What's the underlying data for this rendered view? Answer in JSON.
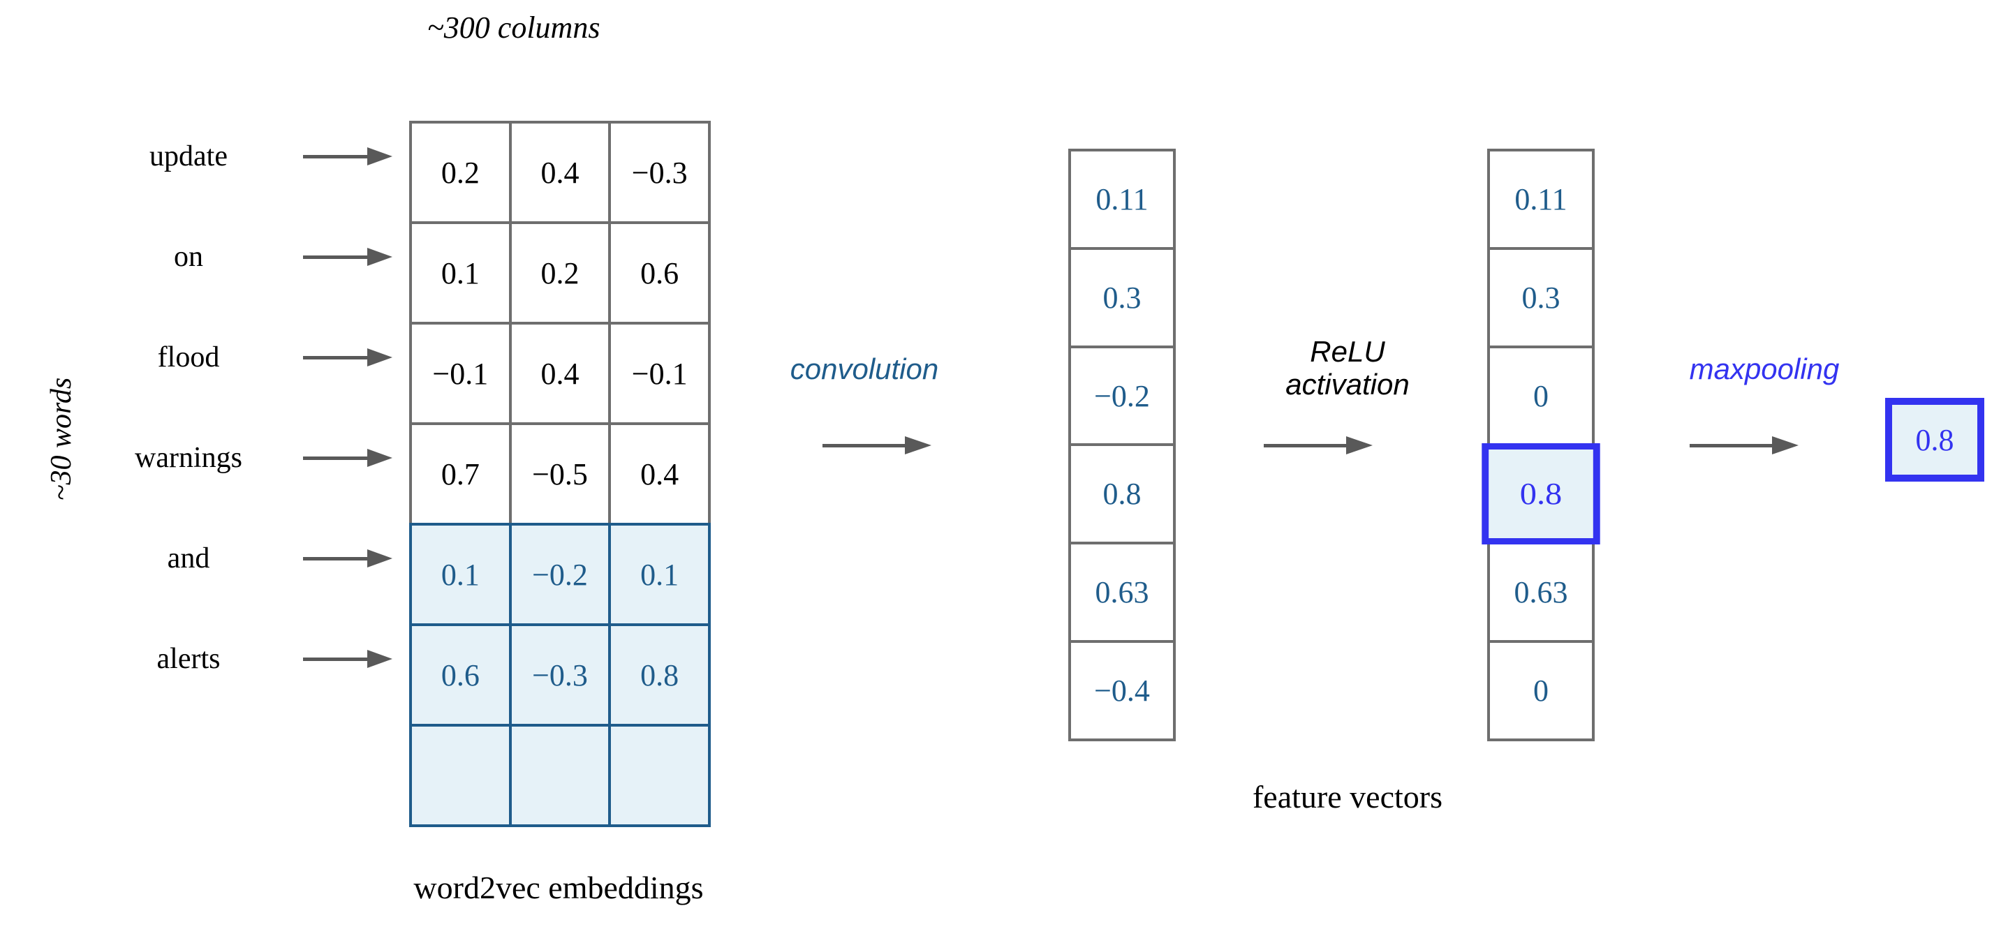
{
  "headings": {
    "columns": "~300 columns",
    "words": "~30 words"
  },
  "captions": {
    "embeddings": "word2vec embeddings",
    "feature_vectors": "feature vectors"
  },
  "flow": {
    "convolution": "convolution",
    "relu_line1": "ReLU",
    "relu_line2": "activation",
    "maxpooling": "maxpooling"
  },
  "words": [
    {
      "label": "update"
    },
    {
      "label": "on"
    },
    {
      "label": "flood"
    },
    {
      "label": "warnings"
    },
    {
      "label": "and"
    },
    {
      "label": "alerts"
    }
  ],
  "embedding_matrix": {
    "rows": [
      {
        "values": [
          "0.2",
          "0.4",
          "−0.3"
        ],
        "highlighted": false
      },
      {
        "values": [
          "0.1",
          "0.2",
          "0.6"
        ],
        "highlighted": false
      },
      {
        "values": [
          "−0.1",
          "0.4",
          "−0.1"
        ],
        "highlighted": false
      },
      {
        "values": [
          "0.7",
          "−0.5",
          "0.4"
        ],
        "highlighted": false
      },
      {
        "values": [
          "0.1",
          "−0.2",
          "0.1"
        ],
        "highlighted": true
      },
      {
        "values": [
          "0.6",
          "−0.3",
          "0.8"
        ],
        "highlighted": true
      },
      {
        "values": [
          "",
          "",
          ""
        ],
        "highlighted": true
      }
    ]
  },
  "feature_vector_pre_relu": {
    "cells": [
      {
        "value": "0.11",
        "highlighted": false
      },
      {
        "value": "0.3",
        "highlighted": false
      },
      {
        "value": "−0.2",
        "highlighted": false
      },
      {
        "value": "0.8",
        "highlighted": false
      },
      {
        "value": "0.63",
        "highlighted": false
      },
      {
        "value": "−0.4",
        "highlighted": false
      }
    ]
  },
  "feature_vector_post_relu": {
    "cells": [
      {
        "value": "0.11",
        "highlighted": false
      },
      {
        "value": "0.3",
        "highlighted": false
      },
      {
        "value": "0",
        "highlighted": false
      },
      {
        "value": "0.8",
        "highlighted": true
      },
      {
        "value": "0.63",
        "highlighted": false
      },
      {
        "value": "0",
        "highlighted": false
      }
    ]
  },
  "maxpool_output": {
    "value": "0.8"
  },
  "colors": {
    "steel_blue": "#1f5c8b",
    "bright_blue": "#3333f0",
    "light_blue_fill": "#e6f2f8",
    "gray_border": "#6e6e6e",
    "arrow_gray": "#595959"
  }
}
